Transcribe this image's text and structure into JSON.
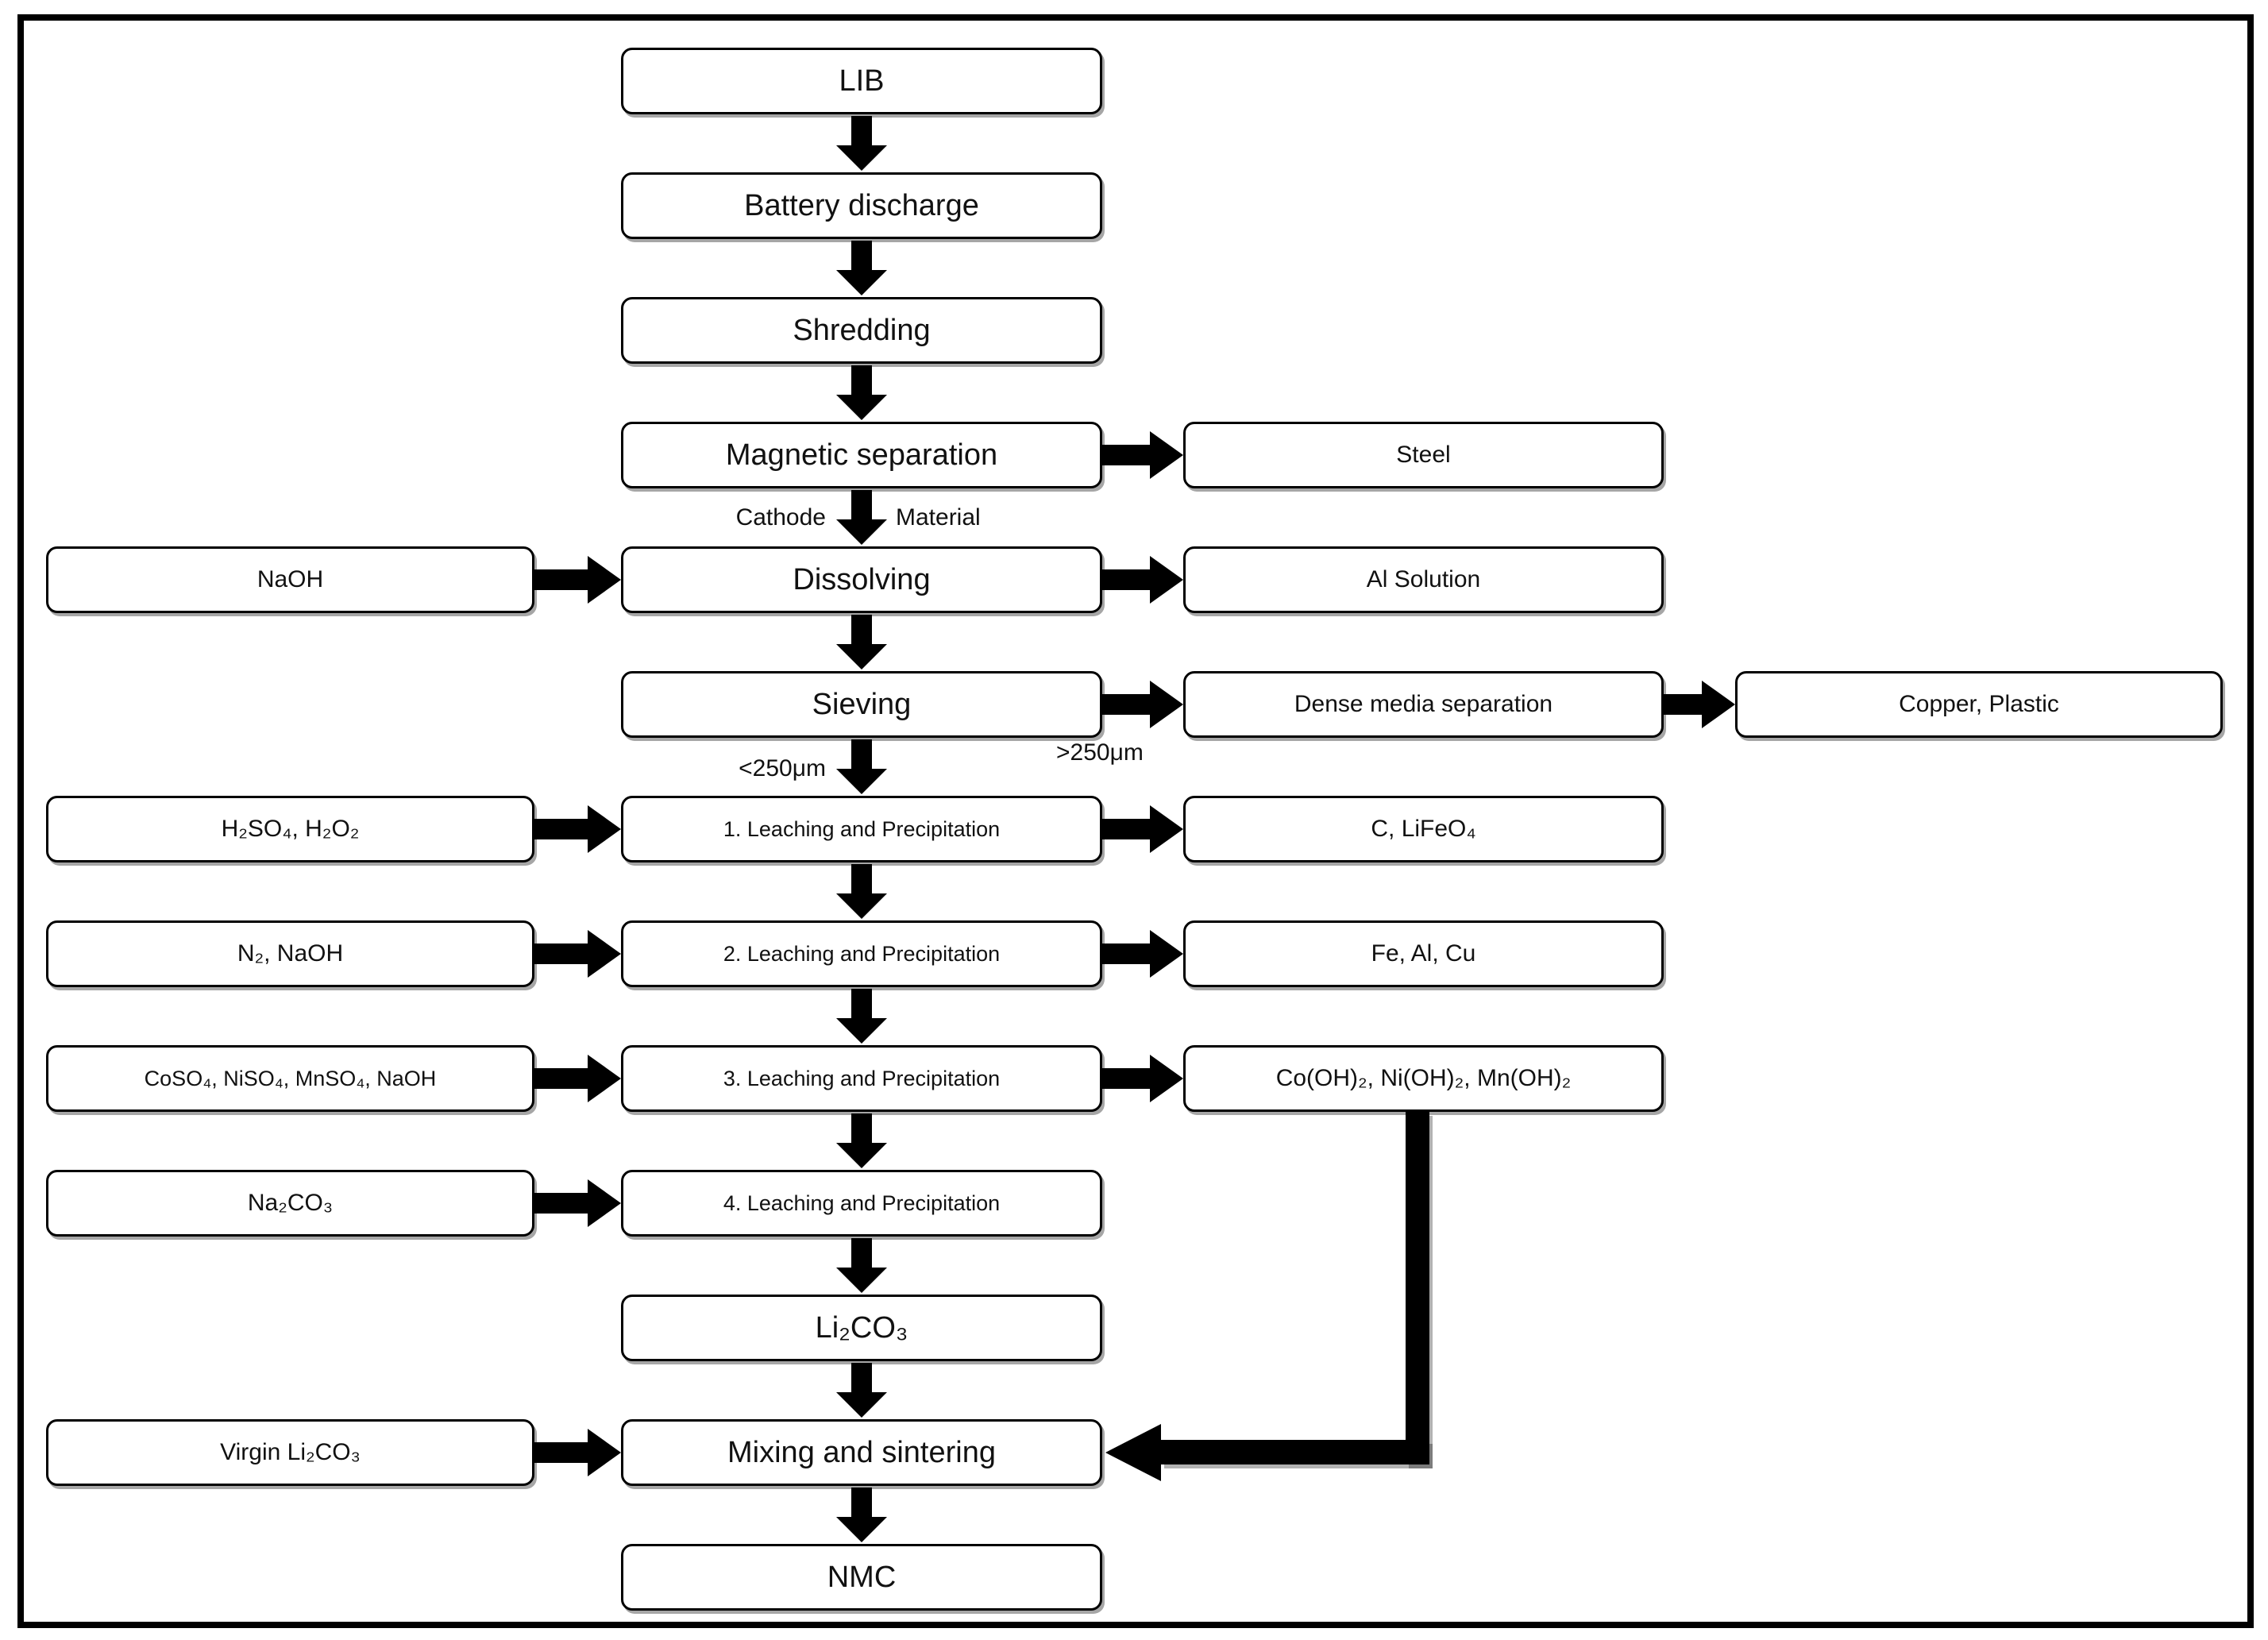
{
  "diagram_type": "process-flowchart",
  "colors": {
    "background": "#ffffff",
    "box_fill": "#ffffff",
    "line": "#000000",
    "text": "#111111"
  },
  "boxes": {
    "lib": "LIB",
    "battery_discharge": "Battery discharge",
    "shredding": "Shredding",
    "magnetic_separation": "Magnetic separation",
    "steel": "Steel",
    "naoh": "NaOH",
    "dissolving": "Dissolving",
    "al_solution": "Al Solution",
    "sieving": "Sieving",
    "dense_media_separation": "Dense media separation",
    "copper_plastic": "Copper, Plastic",
    "h2so4_h2o2": "H₂SO₄, H₂O₂",
    "leaching_1": "1. Leaching and Precipitation",
    "c_lifeo4": "C, LiFeO₄",
    "n2_naoh": "N₂, NaOH",
    "leaching_2": "2. Leaching and Precipitation",
    "fe_al_cu": "Fe, Al, Cu",
    "coso4_niso4_mnso4_naoh": "CoSO₄, NiSO₄, MnSO₄, NaOH",
    "leaching_3": "3. Leaching and Precipitation",
    "hydroxides": "Co(OH)₂, Ni(OH)₂, Mn(OH)₂",
    "na2co3": "Na₂CO₃",
    "leaching_4": "4. Leaching and Precipitation",
    "li2co3": "Li₂CO₃",
    "virgin_li2co3": "Virgin Li₂CO₃",
    "mixing_sintering": "Mixing and sintering",
    "nmc": "NMC"
  },
  "labels": {
    "cathode": "Cathode",
    "material": "Material",
    "under_250um": "<250μm",
    "over_250um": ">250μm"
  },
  "edges": [
    {
      "from": "lib",
      "to": "battery_discharge"
    },
    {
      "from": "battery_discharge",
      "to": "shredding"
    },
    {
      "from": "shredding",
      "to": "magnetic_separation"
    },
    {
      "from": "magnetic_separation",
      "to": "steel"
    },
    {
      "from": "magnetic_separation",
      "to": "dissolving",
      "label": "Cathode Material"
    },
    {
      "from": "naoh",
      "to": "dissolving"
    },
    {
      "from": "dissolving",
      "to": "al_solution"
    },
    {
      "from": "dissolving",
      "to": "sieving"
    },
    {
      "from": "sieving",
      "to": "dense_media_separation",
      "label": ">250μm"
    },
    {
      "from": "dense_media_separation",
      "to": "copper_plastic"
    },
    {
      "from": "sieving",
      "to": "leaching_1",
      "label": "<250μm"
    },
    {
      "from": "h2so4_h2o2",
      "to": "leaching_1"
    },
    {
      "from": "leaching_1",
      "to": "c_lifeo4"
    },
    {
      "from": "leaching_1",
      "to": "leaching_2"
    },
    {
      "from": "n2_naoh",
      "to": "leaching_2"
    },
    {
      "from": "leaching_2",
      "to": "fe_al_cu"
    },
    {
      "from": "leaching_2",
      "to": "leaching_3"
    },
    {
      "from": "coso4_niso4_mnso4_naoh",
      "to": "leaching_3"
    },
    {
      "from": "leaching_3",
      "to": "hydroxides"
    },
    {
      "from": "leaching_3",
      "to": "leaching_4"
    },
    {
      "from": "na2co3",
      "to": "leaching_4"
    },
    {
      "from": "leaching_4",
      "to": "li2co3"
    },
    {
      "from": "li2co3",
      "to": "mixing_sintering"
    },
    {
      "from": "virgin_li2co3",
      "to": "mixing_sintering"
    },
    {
      "from": "hydroxides",
      "to": "mixing_sintering"
    },
    {
      "from": "mixing_sintering",
      "to": "nmc"
    }
  ]
}
